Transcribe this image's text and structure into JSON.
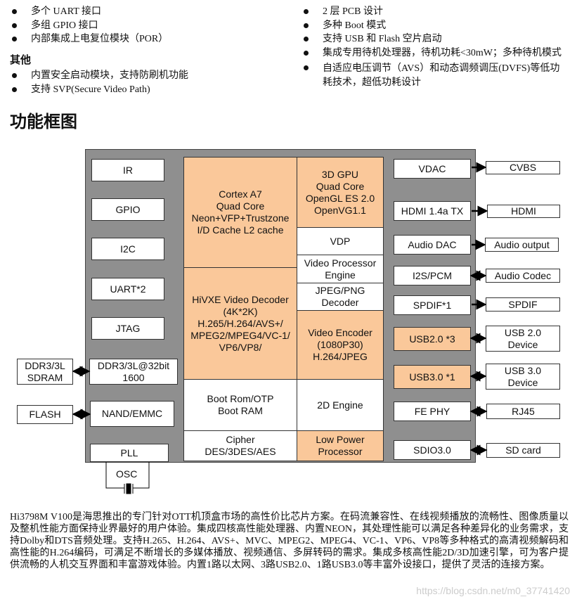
{
  "left_bullets_top": [
    "多个 UART 接口",
    "多组 GPIO 接口",
    "内部集成上电复位模块（POR）"
  ],
  "other_heading": "其他",
  "other_bullets": [
    "内置安全启动模块，支持防刷机功能",
    "支持 SVP(Secure Video Path)"
  ],
  "right_bullets": [
    "2 层 PCB 设计",
    "多种 Boot 模式",
    "支持 USB 和 Flash 空片启动",
    "集成专用待机处理器，待机功耗<30mW；多种待机模式",
    "自适应电压调节（AVS）和动态调频调压(DVFS)等低功\n耗技术，超低功耗设计"
  ],
  "section_title": "功能框图",
  "diagram": {
    "left": [
      "IR",
      "GPIO",
      "I2C",
      "UART*2",
      "JTAG",
      "DDR3/3L@32bit\n1600",
      "NAND/EMMC",
      "PLL"
    ],
    "external_left": [
      "DDR3/3L\nSDRAM",
      "FLASH"
    ],
    "osc": "OSC",
    "core": {
      "cpu": "Cortex A7\nQuad Core\nNeon+VFP+Trustzone\nI/D Cache L2 cache",
      "decoder": "HiVXE Video Decoder\n(4K*2K)\nH.265/H.264/AVS+/\nMPEG2/MPEG4/VC-1/\nVP6/VP8/",
      "bootrom": "Boot Rom/OTP\nBoot RAM",
      "cipher": "Cipher\nDES/3DES/AES",
      "gpu": "3D GPU\nQuad Core\nOpenGL ES 2.0\nOpenVG1.1",
      "vdp": "VDP",
      "vpe": "Video Processor\nEngine",
      "jpeg": "JPEG/PNG\nDecoder",
      "encoder": "Video Encoder\n(1080P30)\nH.264/JPEG",
      "engine2d": "2D Engine",
      "lowpower": "Low Power\nProcessor"
    },
    "right": [
      "VDAC",
      "HDMI 1.4a TX",
      "Audio DAC",
      "I2S/PCM",
      "SPDIF*1",
      "USB2.0 *3",
      "USB3.0 *1",
      "FE PHY",
      "SDIO3.0"
    ],
    "external_right": [
      "CVBS",
      "HDMI",
      "Audio output",
      "Audio Codec",
      "SPDIF",
      "USB 2.0\nDevice",
      "USB 3.0\nDevice",
      "RJ45",
      "SD card"
    ],
    "colors": {
      "chip": "#8f8f8f",
      "highlight": "#fac89a"
    }
  },
  "description": "Hi3798M V100是海思推出的专门针对OTT机顶盒市场的高性价比芯片方案。在码流兼容性、在线视频播放的流畅性、图像质量以及整机性能方面保持业界最好的用户体验。集成四核高性能处理器、内置NEON，其处理性能可以满足各种差异化的业务需求，支持Dolby和DTS音频处理。支持H.265、H.264、AVS+、MVC、MPEG2、MPEG4、VC-1、VP6、VP8等多种格式的高清视频解码和高性能的H.264编码，可满足不断增长的多媒体播放、视频通信、多屏转码的需求。集成多核高性能2D/3D加速引擎，可为客户提供流畅的人机交互界面和丰富游戏体验。内置1路以太网、3路USB2.0、1路USB3.0等丰富外设接口，提供了灵活的连接方案。",
  "watermark": "https://blog.csdn.net/m0_37741420"
}
